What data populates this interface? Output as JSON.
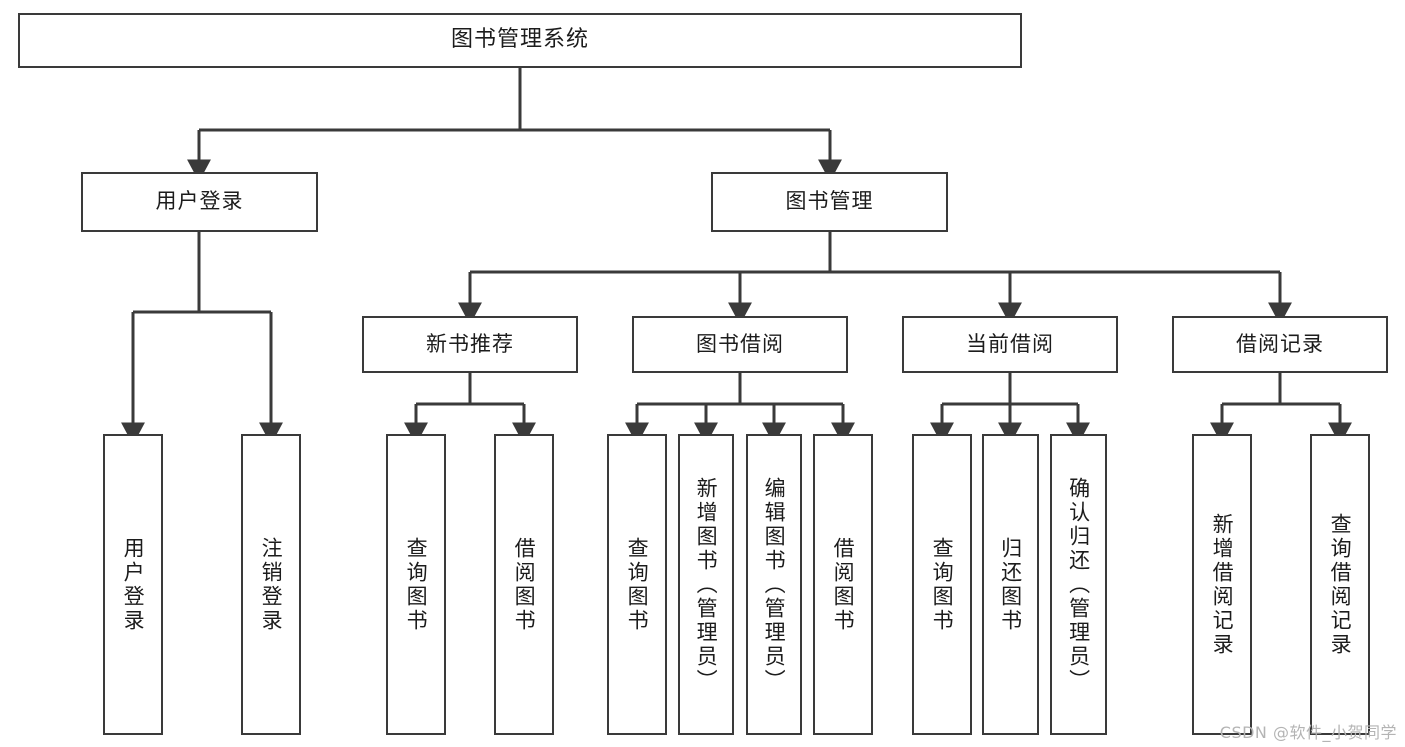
{
  "diagram": {
    "title": "图书管理系统",
    "type": "tree-hierarchy-chart",
    "line_color": "#3a3a3a",
    "box_fill": "#ffffff",
    "text_color": "#1c1c1c"
  },
  "nodes": {
    "root": {
      "label": "图书管理系统"
    },
    "level2": [
      {
        "label": "用户登录"
      },
      {
        "label": "图书管理"
      }
    ],
    "level3": [
      {
        "label": "新书推荐"
      },
      {
        "label": "图书借阅"
      },
      {
        "label": "当前借阅"
      },
      {
        "label": "借阅记录"
      }
    ],
    "leaves": {
      "user_login": [
        {
          "label": "用户登录"
        },
        {
          "label": "注销登录"
        }
      ],
      "new_book_recommend": [
        {
          "label": "查询图书"
        },
        {
          "label": "借阅图书"
        }
      ],
      "book_borrow": [
        {
          "label": "查询图书"
        },
        {
          "label": "新增图书（管理员）"
        },
        {
          "label": "编辑图书（管理员）"
        },
        {
          "label": "借阅图书"
        }
      ],
      "current_borrow": [
        {
          "label": "查询图书"
        },
        {
          "label": "归还图书"
        },
        {
          "label": "确认归还（管理员）"
        }
      ],
      "borrow_record": [
        {
          "label": "新增借阅记录"
        },
        {
          "label": "查询借阅记录"
        }
      ]
    }
  },
  "watermark": {
    "text": "CSDN @软件_小贺同学"
  }
}
